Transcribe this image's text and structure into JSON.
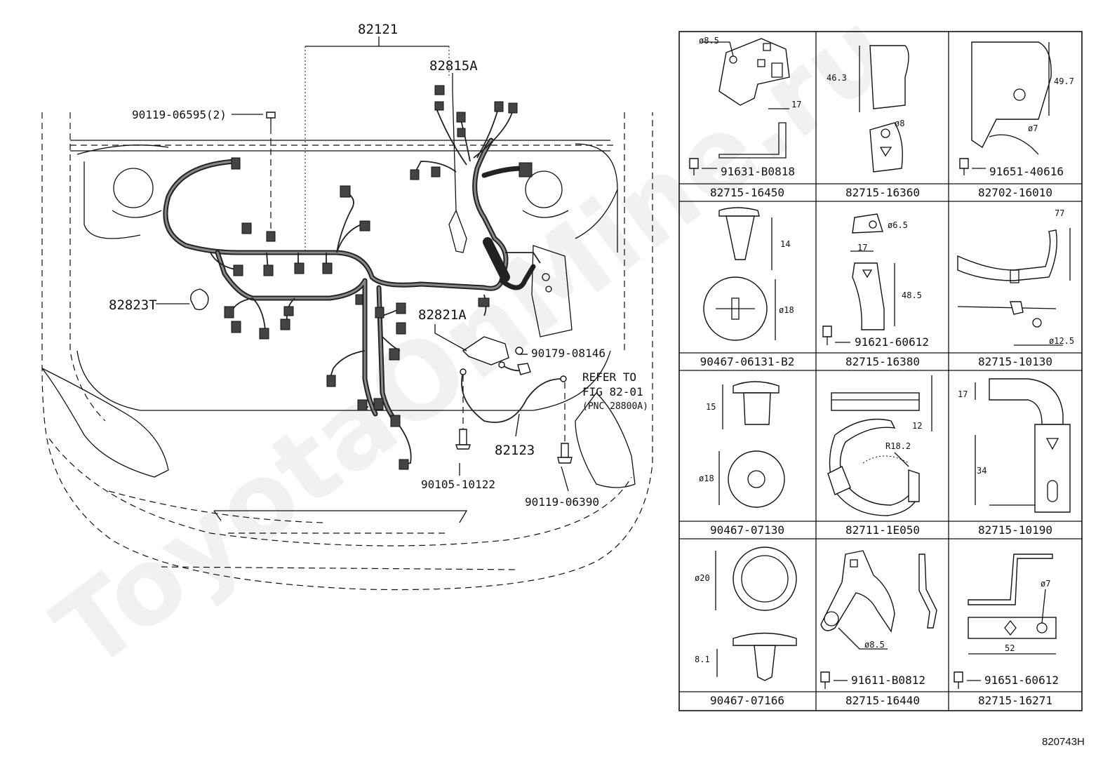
{
  "watermark": "ToyotaOnMine.ru",
  "figure_id": "820743H",
  "callouts": {
    "harness_main": "82121",
    "harness_sub": "82815A",
    "bolt_top": "90119-06595(2)",
    "clamp_left": "82823T",
    "bracket_center": "82821A",
    "nut_right": "90179-08146",
    "refer_line1": "REFER TO",
    "refer_line2": "FIG 82-01",
    "refer_line3": "(PNC 28800A)",
    "wire_ground": "82123",
    "bolt_bottom_left": "90105-10122",
    "bolt_bottom_right": "90119-06390"
  },
  "parts_grid": [
    {
      "part_no": "82715-16450",
      "bolt": "91631-B0818",
      "dims": [
        "ø8.5",
        "17"
      ]
    },
    {
      "part_no": "82715-16360",
      "bolt": "",
      "dims": [
        "46.3",
        "ø8"
      ]
    },
    {
      "part_no": "82702-16010",
      "bolt": "91651-40616",
      "dims": [
        "49.7",
        "ø7"
      ]
    },
    {
      "part_no": "90467-06131-B2",
      "bolt": "",
      "dims": [
        "14",
        "ø18"
      ]
    },
    {
      "part_no": "82715-16380",
      "bolt": "91621-60612",
      "dims": [
        "ø6.5",
        "17",
        "48.5"
      ]
    },
    {
      "part_no": "82715-10130",
      "bolt": "",
      "dims": [
        "77",
        "ø12.5"
      ]
    },
    {
      "part_no": "90467-07130",
      "bolt": "",
      "dims": [
        "15",
        "ø18"
      ]
    },
    {
      "part_no": "82711-1E050",
      "bolt": "",
      "dims": [
        "12",
        "R18.2"
      ]
    },
    {
      "part_no": "82715-10190",
      "bolt": "",
      "dims": [
        "17",
        "34"
      ]
    },
    {
      "part_no": "90467-07166",
      "bolt": "",
      "dims": [
        "ø20",
        "8.1"
      ]
    },
    {
      "part_no": "82715-16440",
      "bolt": "91611-B0812",
      "dims": [
        "ø8.5"
      ]
    },
    {
      "part_no": "82715-16271",
      "bolt": "91651-60612",
      "dims": [
        "ø7",
        "52"
      ]
    }
  ]
}
